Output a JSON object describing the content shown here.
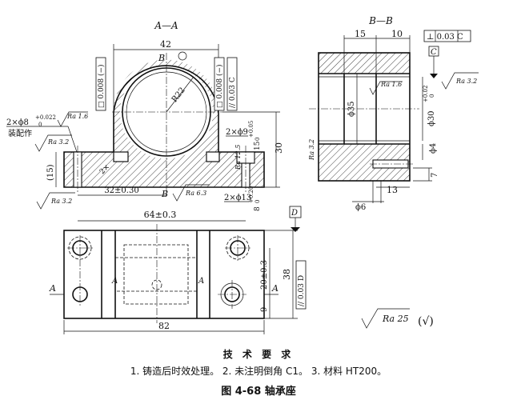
{
  "views": {
    "section_aa": "A—A",
    "section_bb": "B—B",
    "cut_a": "A",
    "cut_b": "B",
    "datum_c": "C",
    "datum_d": "D"
  },
  "dims": {
    "d42": "42",
    "d32": "32±0.30",
    "d30": "30",
    "d15": "(15)",
    "d64": "64±0.3",
    "d82": "82",
    "d38": "38",
    "d20": "20±0.3",
    "d9": "9",
    "bb15": "15",
    "bb10": "10",
    "bb13": "13",
    "bb4": "ϕ4",
    "bb7": "7",
    "bb35": "ϕ35",
    "bb30": "ϕ30",
    "bb6": "ϕ6",
    "r22": "R22",
    "hole_top": "2×ϕ8",
    "hole_tol": "+0.022",
    "hole_tol0": "0",
    "assembly": "装配作",
    "phi9": "2×ϕ9",
    "phi13": "2×ϕ13",
    "c15": "15",
    "c15_tol": "+0.05",
    "c15_tol0": "0",
    "c8": "8",
    "c8_tol": "+0.20",
    "c8_tol0": "0",
    "bore_tol": "+0.02",
    "bore_tol0": "0",
    "chamfer": "2×"
  },
  "roughness": {
    "ra16": "Ra 1.6",
    "ra32": "Ra 3.2",
    "ra63": "Ra 6.3",
    "ra125": "Ra 12.5",
    "ra25": "Ra 25",
    "rest_mark": "(√)"
  },
  "tolerances": {
    "flat1": "□ 0.008 (−)",
    "flat2": "□ 0.008 (−)",
    "par_c": "// 0.03 C",
    "perp_c": "⊥ 0.03 C",
    "par_d": "// 0.03 D"
  },
  "technical_requirements": {
    "title": "技 术 要 求",
    "items": "1. 铸造后时效处理。  2. 未注明倒角 C1。  3. 材料 HT200。"
  },
  "caption": "图 4-68    轴承座"
}
